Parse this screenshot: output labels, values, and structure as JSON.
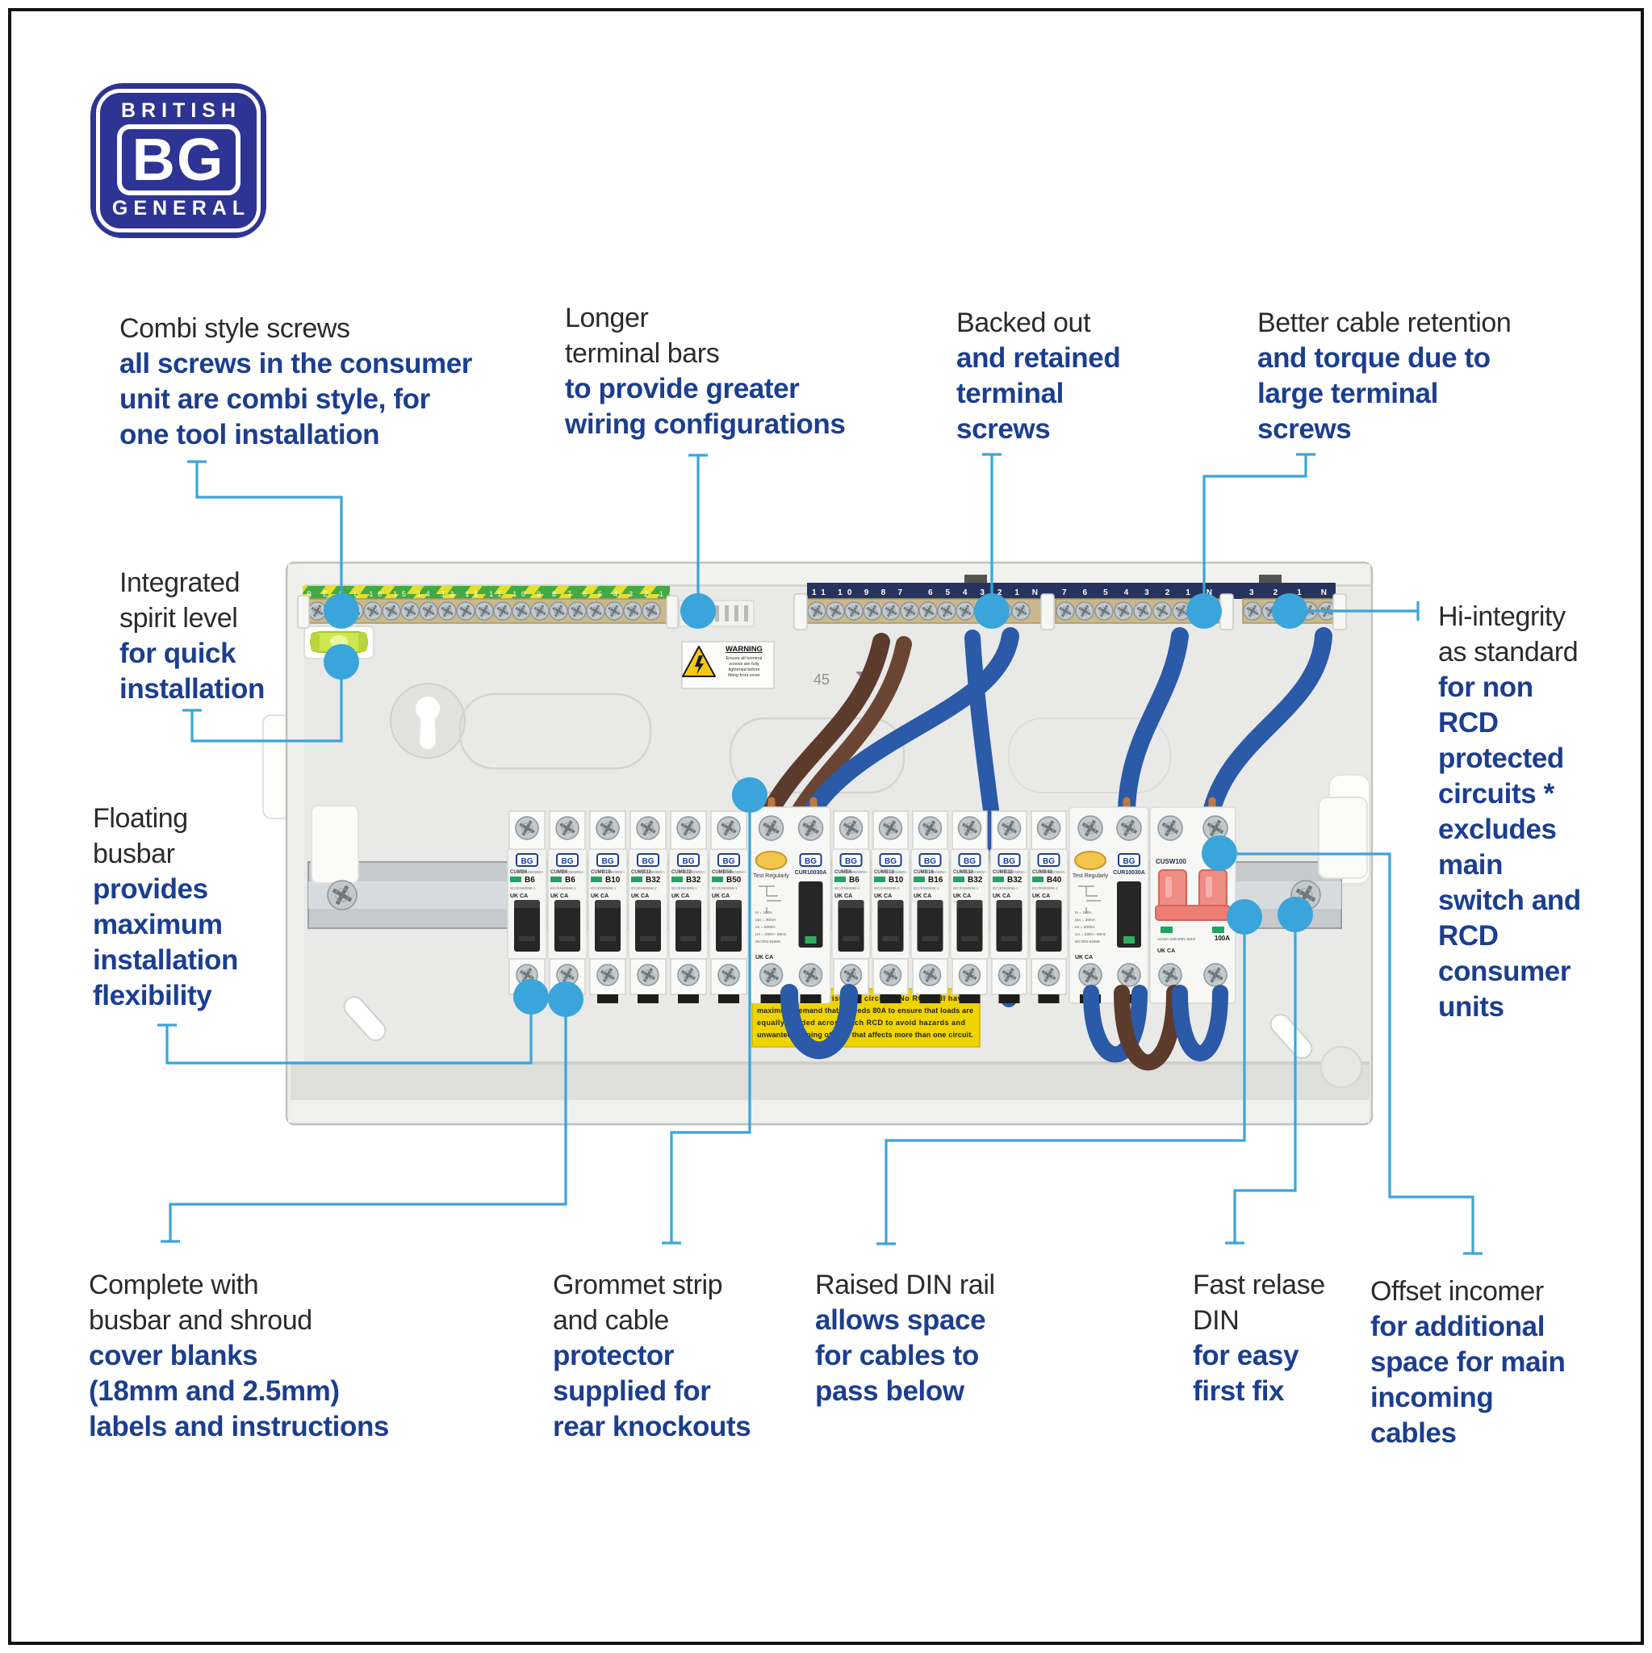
{
  "page": {
    "background": "#ffffff",
    "frame_color": "#131313"
  },
  "colors": {
    "accent_leader": "#3aa5da",
    "navy_text": "#1b3e8f",
    "plain_text": "#2b2b2b",
    "logo_navy": "#2d3494",
    "enclosure": "#e9e9e7",
    "din_rail": "#c6cacd",
    "wire_blue": "#2a5aa8",
    "wire_brown": "#5d3b2c",
    "busbar_brass": "#c9b88a",
    "neutral_bar_navy": "#27335f",
    "warning_yellow": "#f6c913",
    "label_yellow": "#f0d400",
    "mcb_green": "#1fa463",
    "main_switch_red": "#ef8c84",
    "spirit_green": "#cde84f"
  },
  "logo": {
    "top": "BRITISH",
    "middle": "BG",
    "bottom": "GENERAL"
  },
  "callouts": [
    {
      "id": "combi-screws",
      "plain": [
        "Combi style screws"
      ],
      "bold": [
        "all screws in the consumer",
        "unit are combi style, for",
        "one tool installation"
      ]
    },
    {
      "id": "longer-terminal-bars",
      "plain": [
        "Longer",
        "terminal bars"
      ],
      "bold": [
        "to provide greater",
        "wiring configurations"
      ]
    },
    {
      "id": "backed-out-screws",
      "plain": [
        "Backed out"
      ],
      "bold": [
        "and retained",
        "terminal",
        "screws"
      ]
    },
    {
      "id": "cable-retention",
      "plain": [
        "Better cable retention"
      ],
      "bold": [
        "and torque due to",
        "large terminal",
        "screws"
      ]
    },
    {
      "id": "spirit-level",
      "plain": [
        "Integrated",
        "spirit level"
      ],
      "bold": [
        "for quick",
        "installation"
      ]
    },
    {
      "id": "hi-integrity",
      "plain": [
        "Hi-integrity",
        "as standard"
      ],
      "bold": [
        "for non",
        "RCD",
        "protected",
        "circuits *",
        "excludes",
        "main",
        "switch and",
        "RCD",
        "consumer",
        "units"
      ]
    },
    {
      "id": "floating-busbar",
      "plain": [
        "Floating",
        "busbar"
      ],
      "bold": [
        "provides",
        "maximum",
        "installation",
        "flexibility"
      ]
    },
    {
      "id": "complete-with",
      "plain": [
        "Complete with",
        "busbar and shroud"
      ],
      "bold": [
        "cover blanks",
        "(18mm and 2.5mm)",
        "labels and instructions"
      ]
    },
    {
      "id": "grommet-strip",
      "plain": [
        "Grommet strip",
        "and cable"
      ],
      "bold": [
        "protector",
        "supplied for",
        "rear knockouts"
      ]
    },
    {
      "id": "raised-din-rail",
      "plain": [
        "Raised DIN rail"
      ],
      "bold": [
        "allows space",
        "for cables to",
        "pass below"
      ]
    },
    {
      "id": "fast-release-din",
      "plain": [
        "Fast relase",
        "DIN"
      ],
      "bold": [
        "for easy",
        "first fix"
      ]
    },
    {
      "id": "offset-incomer",
      "plain": [
        "Offset incomer"
      ],
      "bold": [
        "for additional",
        "space for main",
        "incoming",
        "cables"
      ]
    }
  ],
  "unit": {
    "earth_bar_labels": "B E L L 16 15 14 13 12 11 10 9 8 7 6 5 4 3 2 1",
    "neutral_bar_numbers": {
      "s1a": "11 10 9 8 7",
      "s1b": "6 5 4 3 2 1 N",
      "s2": "7 6 5 4 3 2 1 N",
      "s3": "3 2 1 N"
    },
    "warning_label": {
      "title": "WARNING",
      "body": [
        "Ensure all terminal",
        "screws are fully",
        "tightened before",
        "fitting front cover"
      ]
    },
    "panel_marking": "45",
    "regulation_label": {
      "lines": [
        "Regulations for division of circuits. No RCD will have a",
        "maximum demand that exceeds 80A to ensure that loads are",
        "equally divided across each RCD to avoid hazards and",
        "unwanted tripping of RCD that affects more than one circuit."
      ]
    },
    "mcb_common": {
      "volts": "230/400V~",
      "standard": "IEC/EN60898-1",
      "ukca": "UK CA"
    },
    "rcd_common": {
      "specs": [
        "In = 100A",
        "IΔn = 30mA",
        "Im = 6000A",
        "Un = 230V~ 50Hz",
        "IEC/EN 61008"
      ]
    },
    "main_common": {
      "spec": "AC22A 230/400V 50Hz",
      "rating": "100A"
    },
    "breakers": [
      {
        "type": "mcb",
        "code": "CUMB6",
        "rating": "B6"
      },
      {
        "type": "mcb",
        "code": "CUMB6",
        "rating": "B6"
      },
      {
        "type": "mcb",
        "code": "CUMB10",
        "rating": "B10"
      },
      {
        "type": "mcb",
        "code": "CUMB32",
        "rating": "B32"
      },
      {
        "type": "mcb",
        "code": "CUMB32",
        "rating": "B32"
      },
      {
        "type": "mcb",
        "code": "CUMB50",
        "rating": "B50"
      },
      {
        "type": "rcd",
        "code": "CUR10030A",
        "button_label": "Test Regularly",
        "rating": "100A"
      },
      {
        "type": "mcb",
        "code": "CUMB6",
        "rating": "B6"
      },
      {
        "type": "mcb",
        "code": "CUMB10",
        "rating": "B10"
      },
      {
        "type": "mcb",
        "code": "CUMB16",
        "rating": "B16"
      },
      {
        "type": "mcb",
        "code": "CUMB32",
        "rating": "B32"
      },
      {
        "type": "mcb",
        "code": "CUMB32",
        "rating": "B32"
      },
      {
        "type": "mcb",
        "code": "CUMB40",
        "rating": "B40"
      },
      {
        "type": "rcd",
        "code": "CUR10030A",
        "button_label": "Test Regularly",
        "rating": "100A"
      },
      {
        "type": "main",
        "code": "CUSW100",
        "rating": "100A"
      }
    ]
  }
}
